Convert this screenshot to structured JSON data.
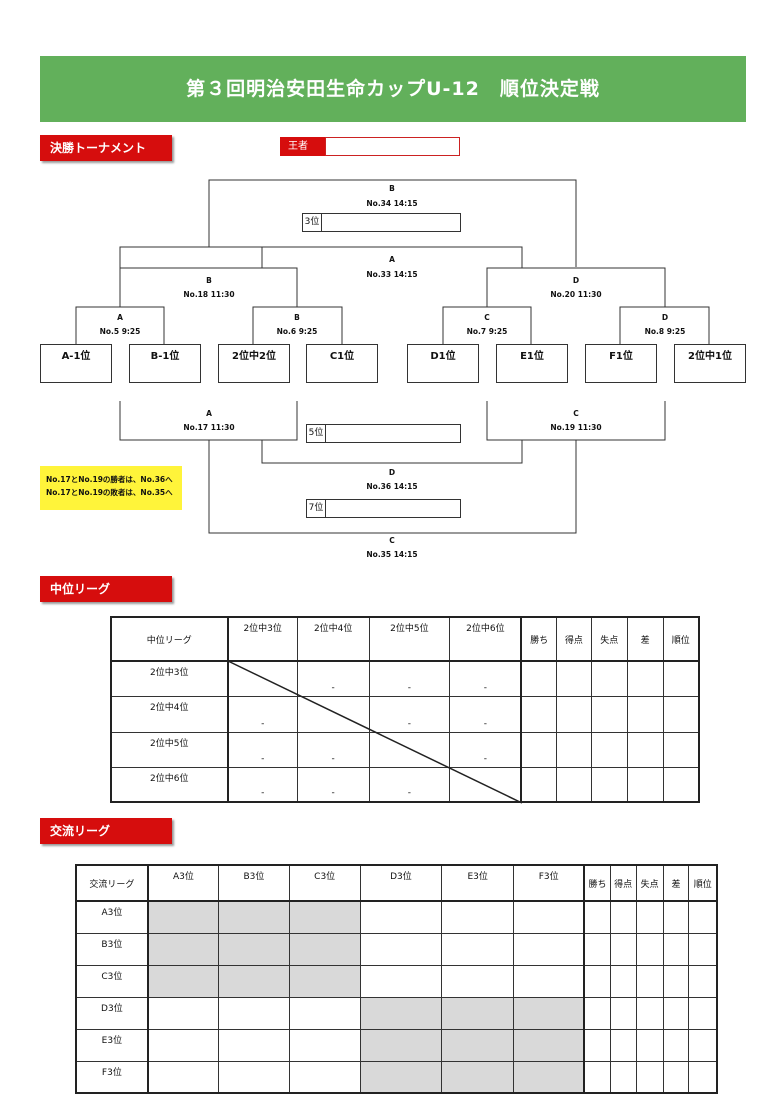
{
  "title": "第３回明治安田生命カップU-12　順位決定戦",
  "sections": {
    "tournament": "決勝トーナメント",
    "chui_league": "中位リーグ",
    "koryu_league": "交流リーグ"
  },
  "bracket": {
    "winner_label": "王者",
    "place3_label": "3位",
    "place5_label": "5位",
    "place7_label": "7位",
    "matches": {
      "m34": {
        "court": "B",
        "info": "No.34 14:15"
      },
      "m33": {
        "court": "A",
        "info": "No.33 14:15"
      },
      "m18": {
        "court": "B",
        "info": "No.18 11:30"
      },
      "m20": {
        "court": "D",
        "info": "No.20 11:30"
      },
      "m5": {
        "court": "A",
        "info": "No.5 9:25"
      },
      "m6": {
        "court": "B",
        "info": "No.6 9:25"
      },
      "m7": {
        "court": "C",
        "info": "No.7 9:25"
      },
      "m8": {
        "court": "D",
        "info": "No.8 9:25"
      },
      "m17": {
        "court": "A",
        "info": "No.17 11:30"
      },
      "m19": {
        "court": "C",
        "info": "No.19 11:30"
      },
      "m36": {
        "court": "D",
        "info": "No.36 14:15"
      },
      "m35": {
        "court": "C",
        "info": "No.35 14:15"
      }
    },
    "teams": [
      "A-1位",
      "B-1位",
      "2位中2位",
      "C1位",
      "D1位",
      "E1位",
      "F1位",
      "2位中1位"
    ],
    "notes": [
      "No.17とNo.19の勝者は、No.36へ",
      "No.17とNo.19の敗者は、No.35へ"
    ]
  },
  "chui": {
    "corner": "中位リーグ",
    "columns": [
      "2位中3位",
      "2位中4位",
      "2位中5位",
      "2位中6位"
    ],
    "stats": [
      "勝ち",
      "得点",
      "失点",
      "差",
      "順位"
    ],
    "rows": [
      {
        "name": "2位中3位",
        "cells": [
          "",
          "-",
          "-",
          "-"
        ]
      },
      {
        "name": "2位中4位",
        "cells": [
          "-",
          "",
          "-",
          "-"
        ]
      },
      {
        "name": "2位中5位",
        "cells": [
          "-",
          "-",
          "",
          "-"
        ]
      },
      {
        "name": "2位中6位",
        "cells": [
          "-",
          "-",
          "-",
          ""
        ]
      }
    ]
  },
  "koryu": {
    "corner": "交流リーグ",
    "columns": [
      "A3位",
      "B3位",
      "C3位",
      "D3位",
      "E3位",
      "F3位"
    ],
    "stats": [
      "勝ち",
      "得点",
      "失点",
      "差",
      "順位"
    ],
    "rows": [
      "A3位",
      "B3位",
      "C3位",
      "D3位",
      "E3位",
      "F3位"
    ]
  }
}
